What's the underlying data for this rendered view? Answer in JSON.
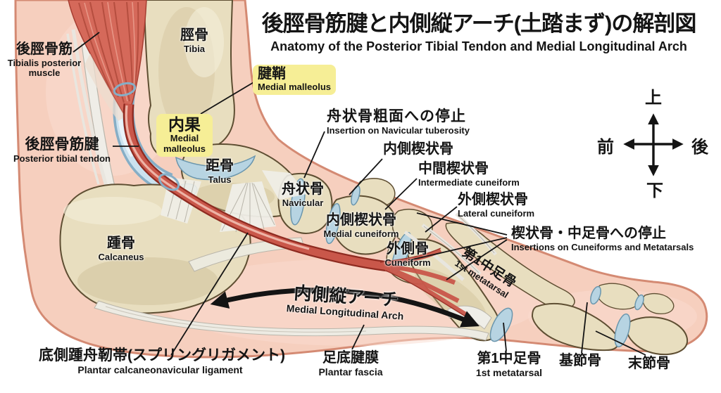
{
  "title": {
    "jp": "後脛骨筋腱と内側縦アーチ(土踏まず)の解剖図",
    "en": "Anatomy of the Posterior Tibial Tendon and Medial Longitudinal Arch"
  },
  "compass": {
    "up": "上",
    "down": "下",
    "front": "前",
    "back": "後"
  },
  "labels": {
    "tibialis_posterior_muscle": {
      "jp": "後脛骨筋",
      "en": "Tibialis posterior muscle"
    },
    "tibia": {
      "jp": "脛骨",
      "en": "Tibia"
    },
    "tendon_sheath": {
      "jp": "腱鞘",
      "en": "Medial malleolus"
    },
    "medial_malleolus": {
      "jp": "内果",
      "en": "Medial malleolus"
    },
    "posterior_tibial_tendon": {
      "jp": "後脛骨筋腱",
      "en": "Posterior tibial tendon"
    },
    "talus": {
      "jp": "距骨",
      "en": "Talus"
    },
    "calcaneus": {
      "jp": "踵骨",
      "en": "Calcaneus"
    },
    "insertion_navicular": {
      "jp": "舟状骨粗面への停止",
      "en": "Insertion on Navicular tuberosity"
    },
    "navicular": {
      "jp": "舟状骨",
      "en": "Navicular"
    },
    "medial_cuneiform_pointer": {
      "jp": "内側楔状骨"
    },
    "intermediate_cuneiform": {
      "jp": "中間楔状骨",
      "en": "Intermediate cuneiform"
    },
    "lateral_cuneiform": {
      "jp": "外側楔状骨",
      "en": "Lateral cuneiform"
    },
    "medial_cuneiform": {
      "jp": "内側楔状骨",
      "en": "Medial cuneiform"
    },
    "cuneiform": {
      "jp": "外側骨",
      "en": "Cuneiform"
    },
    "insertions_cuneiforms_metatarsals": {
      "jp": "楔状骨・中足骨への停止",
      "en": "Insertions on Cuneiforms and Metatarsals"
    },
    "first_metatarsal_on_bone": {
      "jp": "第1中足骨",
      "en": "1st metatarsal"
    },
    "medial_longitudinal_arch": {
      "jp": "内側縦アーチ",
      "en": "Medial Longitudinal Arch"
    },
    "plantar_calcaneonavicular_ligament": {
      "jp": "底側踵舟靭帯(スプリングリガメント)",
      "en": "Plantar calcaneonavicular ligament"
    },
    "plantar_fascia": {
      "jp": "足底腱膜",
      "en": "Plantar fascia"
    },
    "first_metatarsal": {
      "jp": "第1中足骨",
      "en": "1st metatarsal"
    },
    "proximal_phalanx": {
      "jp": "基節骨"
    },
    "distal_phalanx": {
      "jp": "末節骨"
    }
  },
  "colors": {
    "skin": "#f6cfbe",
    "skin_outline": "#d48a73",
    "bone": "#e8debf",
    "bone_outline": "#5e4e32",
    "cartilage": "#b7d4e2",
    "muscle": "#d5695a",
    "tendon_red": "#c9574a",
    "ligament": "#efeee8",
    "highlight_box": "#f6ee96",
    "text": "#141414"
  }
}
